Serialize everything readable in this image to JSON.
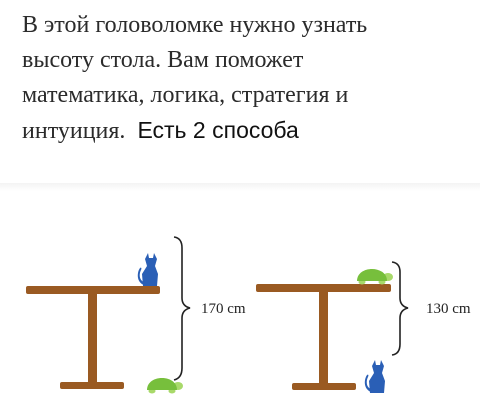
{
  "post": {
    "lines": [
      "В этой головоломке нужно узнать",
      "высоту стола. Вам поможет",
      "математика, логика, стратегия и",
      "интуиция."
    ],
    "emphasis": "Есть 2 способа"
  },
  "illustration": {
    "left_scene": {
      "measure_label": "170 cm",
      "top_animal": "cat-icon",
      "bottom_animal": "turtle-icon"
    },
    "right_scene": {
      "measure_label": "130 cm",
      "top_animal": "turtle-icon",
      "bottom_animal": "cat-icon"
    },
    "colors": {
      "table": "#9a5a22",
      "cat": "#2a5fb6",
      "turtle_shell": "#77bf3c",
      "turtle_body": "#a8d96a",
      "bracket": "#222222"
    }
  }
}
